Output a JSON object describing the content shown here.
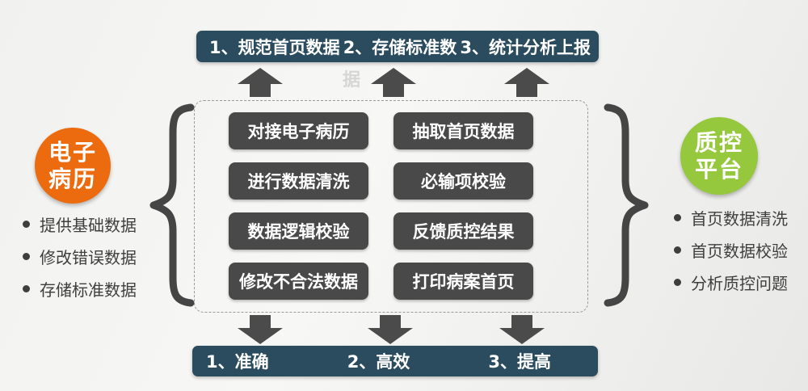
{
  "colors": {
    "banner_bg": "#2a4c5e",
    "process_box_bg": "#494949",
    "arrow": "#4b4b4b",
    "brace": "#454545",
    "emr_circle": "#ec6b0e",
    "qc_circle": "#95c83d"
  },
  "top_banner": {
    "items": [
      "1、规范首页数据",
      "2、存储标准数",
      "3、统计分析上报"
    ],
    "overflow_char": "据"
  },
  "left_panel": {
    "circle_line1": "电子",
    "circle_line2": "病历",
    "bullets": [
      "提供基础数据",
      "修改错误数据",
      "存储标准数据"
    ]
  },
  "right_panel": {
    "circle_line1": "质控",
    "circle_line2": "平台",
    "bullets": [
      "首页数据清洗",
      "首页数据校验",
      "分析质控问题"
    ]
  },
  "process_boxes": [
    [
      "对接电子病历",
      "抽取首页数据"
    ],
    [
      "进行数据清洗",
      "必输项校验"
    ],
    [
      "数据逻辑校验",
      "反馈质控结果"
    ],
    [
      "修改不合法数据",
      "打印病案首页"
    ]
  ],
  "bottom_banner": {
    "items": [
      "1、准确",
      "2、高效",
      "3、提高"
    ]
  }
}
